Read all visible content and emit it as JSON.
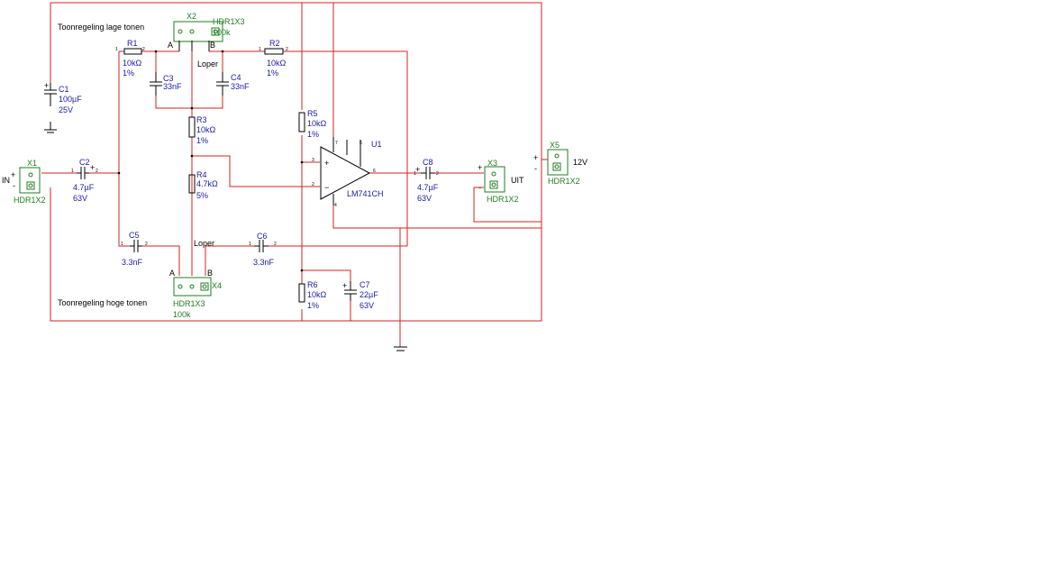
{
  "notes": {
    "low_tone": "Toonregeling lage tonen",
    "high_tone": "Toonregeling hoge tonen",
    "wiper_top": "Loper",
    "wiper_bottom": "Loper",
    "a_top": "A",
    "b_top": "B",
    "a_bot": "A",
    "b_bot": "B"
  },
  "components": {
    "x1": {
      "ref": "X1",
      "type": "HDR1X2",
      "label": "IN",
      "plus": "+",
      "minus": "-"
    },
    "x2": {
      "ref": "X2",
      "type": "HDR1X3",
      "value": "100k"
    },
    "x3": {
      "ref": "X3",
      "type": "HDR1X2",
      "label": "UIT",
      "plus": "+",
      "minus": "-"
    },
    "x4": {
      "ref": "X4",
      "type": "HDR1X3",
      "value": "100k"
    },
    "x5": {
      "ref": "X5",
      "type": "HDR1X2",
      "label": "12V",
      "plus": "+",
      "minus": "-"
    },
    "c1": {
      "ref": "C1",
      "value": "100µF",
      "rating": "25V",
      "plus": "+"
    },
    "c2": {
      "ref": "C2",
      "value": "4.7µF",
      "rating": "63V",
      "plus": "+"
    },
    "c3": {
      "ref": "C3",
      "value": "33nF"
    },
    "c4": {
      "ref": "C4",
      "value": "33nF"
    },
    "c5": {
      "ref": "C5",
      "value": "3.3nF"
    },
    "c6": {
      "ref": "C6",
      "value": "3.3nF"
    },
    "c7": {
      "ref": "C7",
      "value": "22µF",
      "rating": "63V",
      "plus": "+"
    },
    "c8": {
      "ref": "C8",
      "value": "4.7µF",
      "rating": "63V",
      "plus": "+"
    },
    "r1": {
      "ref": "R1",
      "value": "10kΩ",
      "tol": "1%"
    },
    "r2": {
      "ref": "R2",
      "value": "10kΩ",
      "tol": "1%"
    },
    "r3": {
      "ref": "R3",
      "value": "10kΩ",
      "tol": "1%"
    },
    "r4": {
      "ref": "R4",
      "value": "4.7kΩ",
      "tol": "5%"
    },
    "r5": {
      "ref": "R5",
      "value": "10kΩ",
      "tol": "1%"
    },
    "r6": {
      "ref": "R6",
      "value": "10kΩ",
      "tol": "1%"
    },
    "u1": {
      "ref": "U1",
      "part": "LM741CH",
      "in_plus": "+",
      "in_minus": "−"
    }
  },
  "colors": {
    "wire": "#d42020",
    "part": "#000000",
    "label": "#1a1aa8",
    "connector": "#1e7d1e",
    "background": "#ffffff"
  }
}
